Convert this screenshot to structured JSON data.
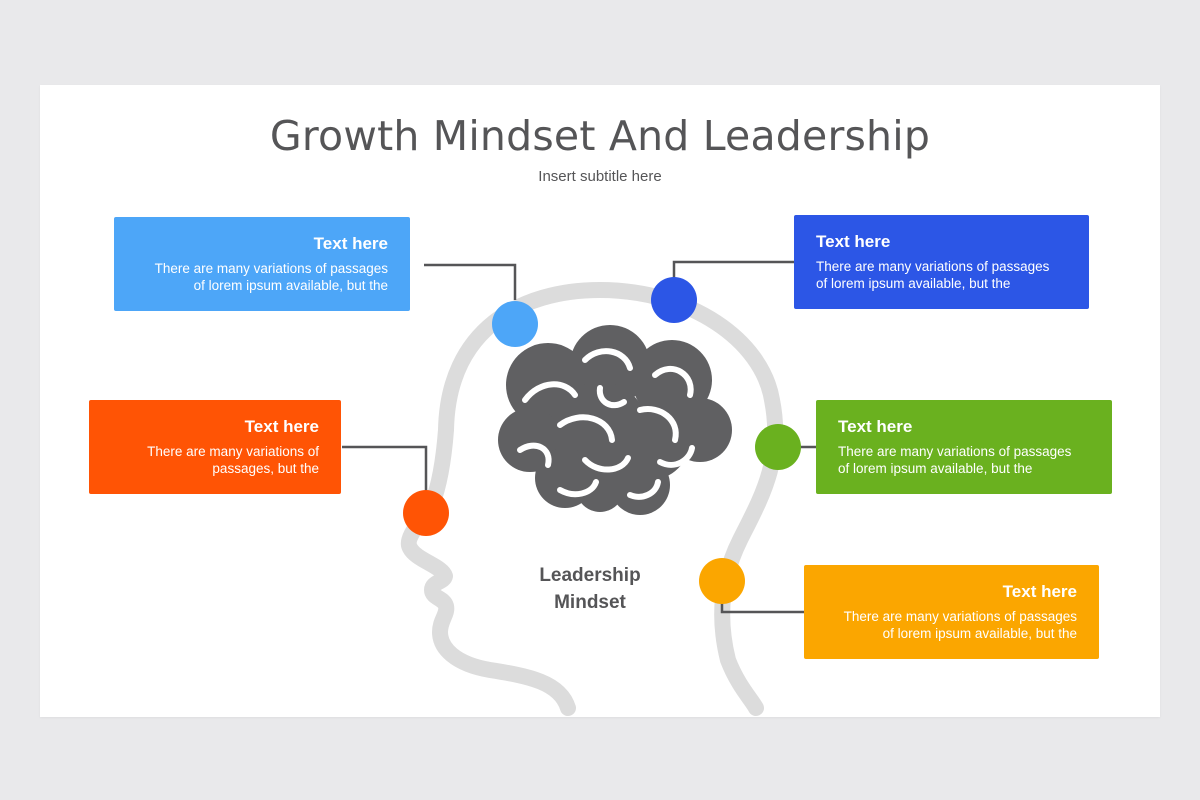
{
  "slide": {
    "title": "Growth Mindset And Leadership",
    "subtitle": "Insert subtitle here",
    "center_label_line1": "Leadership",
    "center_label_line2": "Mindset"
  },
  "boxes": [
    {
      "title": "Text here",
      "body_line1": "There are many variations of passages",
      "body_line2": "of lorem ipsum available, but the",
      "color": "#4da6f8"
    },
    {
      "title": "Text here",
      "body_line1": "There are many variations of passages",
      "body_line2": "of lorem ipsum available, but the",
      "color": "#2c56e6"
    },
    {
      "title": "Text here",
      "body_line1": "There are many variations of",
      "body_line2": "passages, but the",
      "color": "#ff5405"
    },
    {
      "title": "Text here",
      "body_line1": "There are many variations of passages",
      "body_line2": "of lorem ipsum available, but the",
      "color": "#6ab11f"
    },
    {
      "title": "Text here",
      "body_line1": "There are many variations of passages",
      "body_line2": "of lorem ipsum available, but the",
      "color": "#fba600"
    }
  ],
  "colors": {
    "background": "#e9e9eb",
    "head_outline": "#dcdcdc",
    "brain": "#606062",
    "connector": "#555557",
    "text_dark": "#555557"
  },
  "icons": [
    "head-outline-icon",
    "brain-icon"
  ]
}
